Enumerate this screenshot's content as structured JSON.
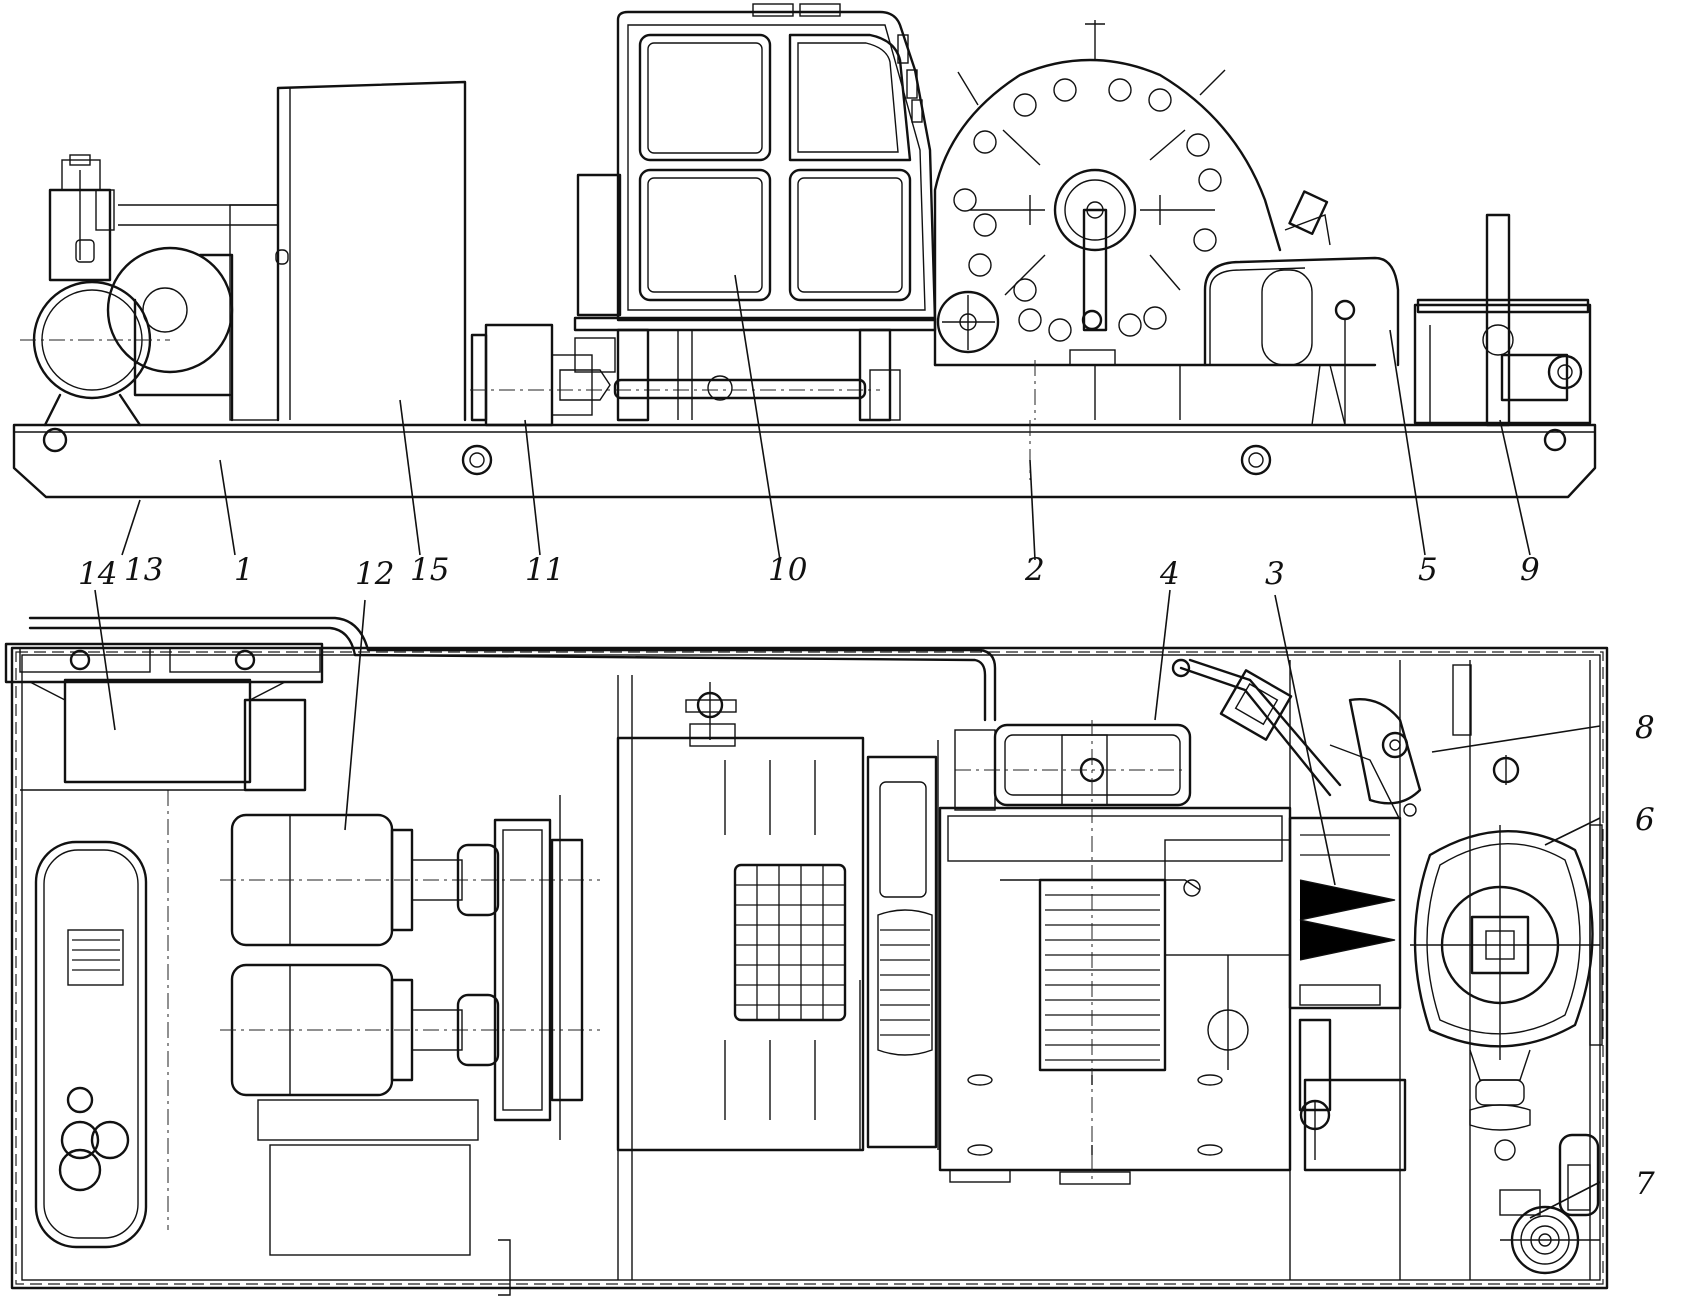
{
  "labels": {
    "side_view": [
      "13",
      "1",
      "15",
      "11",
      "10",
      "2",
      "5",
      "9"
    ],
    "plan_view": [
      "14",
      "12",
      "4",
      "3",
      "8",
      "6",
      "7"
    ]
  }
}
